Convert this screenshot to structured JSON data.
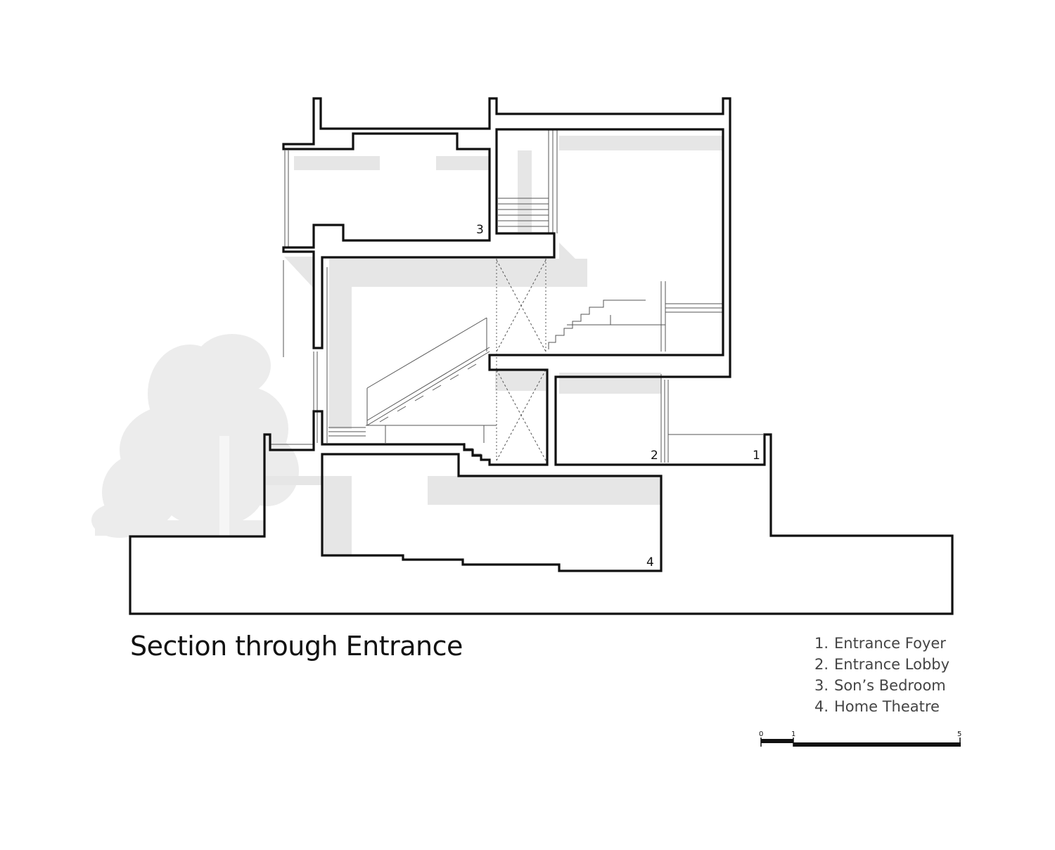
{
  "title": "Section through Entrance",
  "legend": [
    {
      "num": "1.",
      "label": "Entrance Foyer"
    },
    {
      "num": "2.",
      "label": "Entrance Lobby"
    },
    {
      "num": "3.",
      "label": "Son’s Bedroom"
    },
    {
      "num": "4.",
      "label": "Home Theatre"
    }
  ],
  "room_labels": {
    "r1": "1",
    "r2": "2",
    "r3": "3",
    "r4": "4"
  },
  "scale_bar": {
    "t0": "0",
    "t1": "1",
    "t5": "5"
  },
  "colors": {
    "line": "#111111",
    "shadow": "#e6e6e6",
    "tree": "#ececec",
    "text": "#444444"
  }
}
